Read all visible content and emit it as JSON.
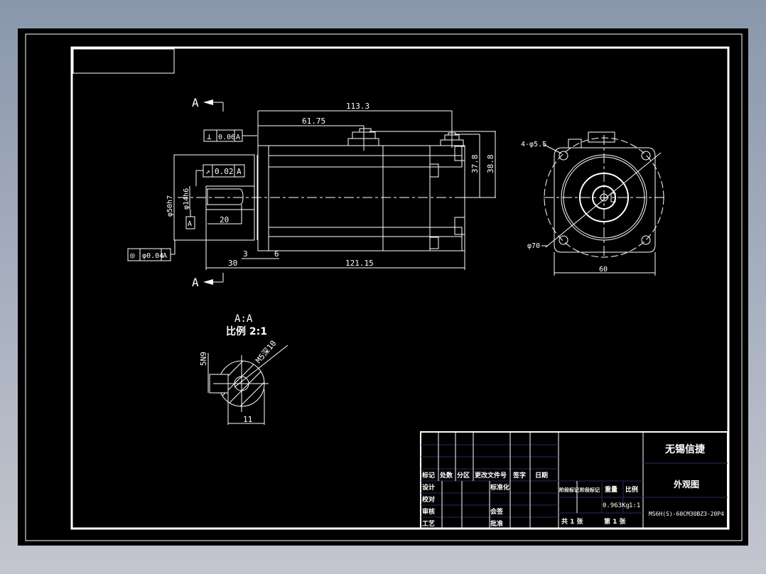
{
  "drawing": {
    "section_marker": "A",
    "section_label": "A:A",
    "section_scale": "比例 2:1",
    "tolerances": {
      "perpendicularity": {
        "symbol": "⊥",
        "value": "0.06",
        "datum": "A"
      },
      "runout": {
        "symbol": "↗",
        "value": "0.02",
        "datum": "A"
      },
      "concentricity": {
        "symbol": "◎",
        "value": "φ0.04",
        "datum": "A"
      },
      "datum_box": "A"
    },
    "dimensions": {
      "overall_top": "113.3",
      "connector_pos": "61.75",
      "height_1": "37.8",
      "height_2": "38.8",
      "flange_dia": "φ50h7",
      "shaft_dia": "φ14h6",
      "key_len": "20",
      "shaft_len": "30",
      "flange_thk": "3",
      "gap": "6",
      "body_len": "121.15",
      "bolt_holes": "4-φ5.5",
      "bolt_circle": "φ70",
      "square": "60",
      "key_width": "5N9",
      "thread": "M5深10",
      "key_depth": "11"
    }
  },
  "title_block": {
    "company": "无锡信捷",
    "drawing_name": "外观图",
    "model": "MS6H(S)-60CM30BZ3-20P4",
    "weight": "0.963Kg",
    "scale": "1:1",
    "headers": [
      "标记",
      "处数",
      "分区",
      "更改文件号",
      "签字",
      "日期"
    ],
    "rows": [
      "设计",
      "校对",
      "审核",
      "工艺"
    ],
    "mid_labels": [
      "标准化",
      "",
      "会签",
      "批准"
    ],
    "stage_labels": [
      "阶段标记",
      "阶段标记",
      "重量",
      "比例"
    ],
    "sheets_total": "共 1 张",
    "sheet_num": "第 1 张"
  }
}
